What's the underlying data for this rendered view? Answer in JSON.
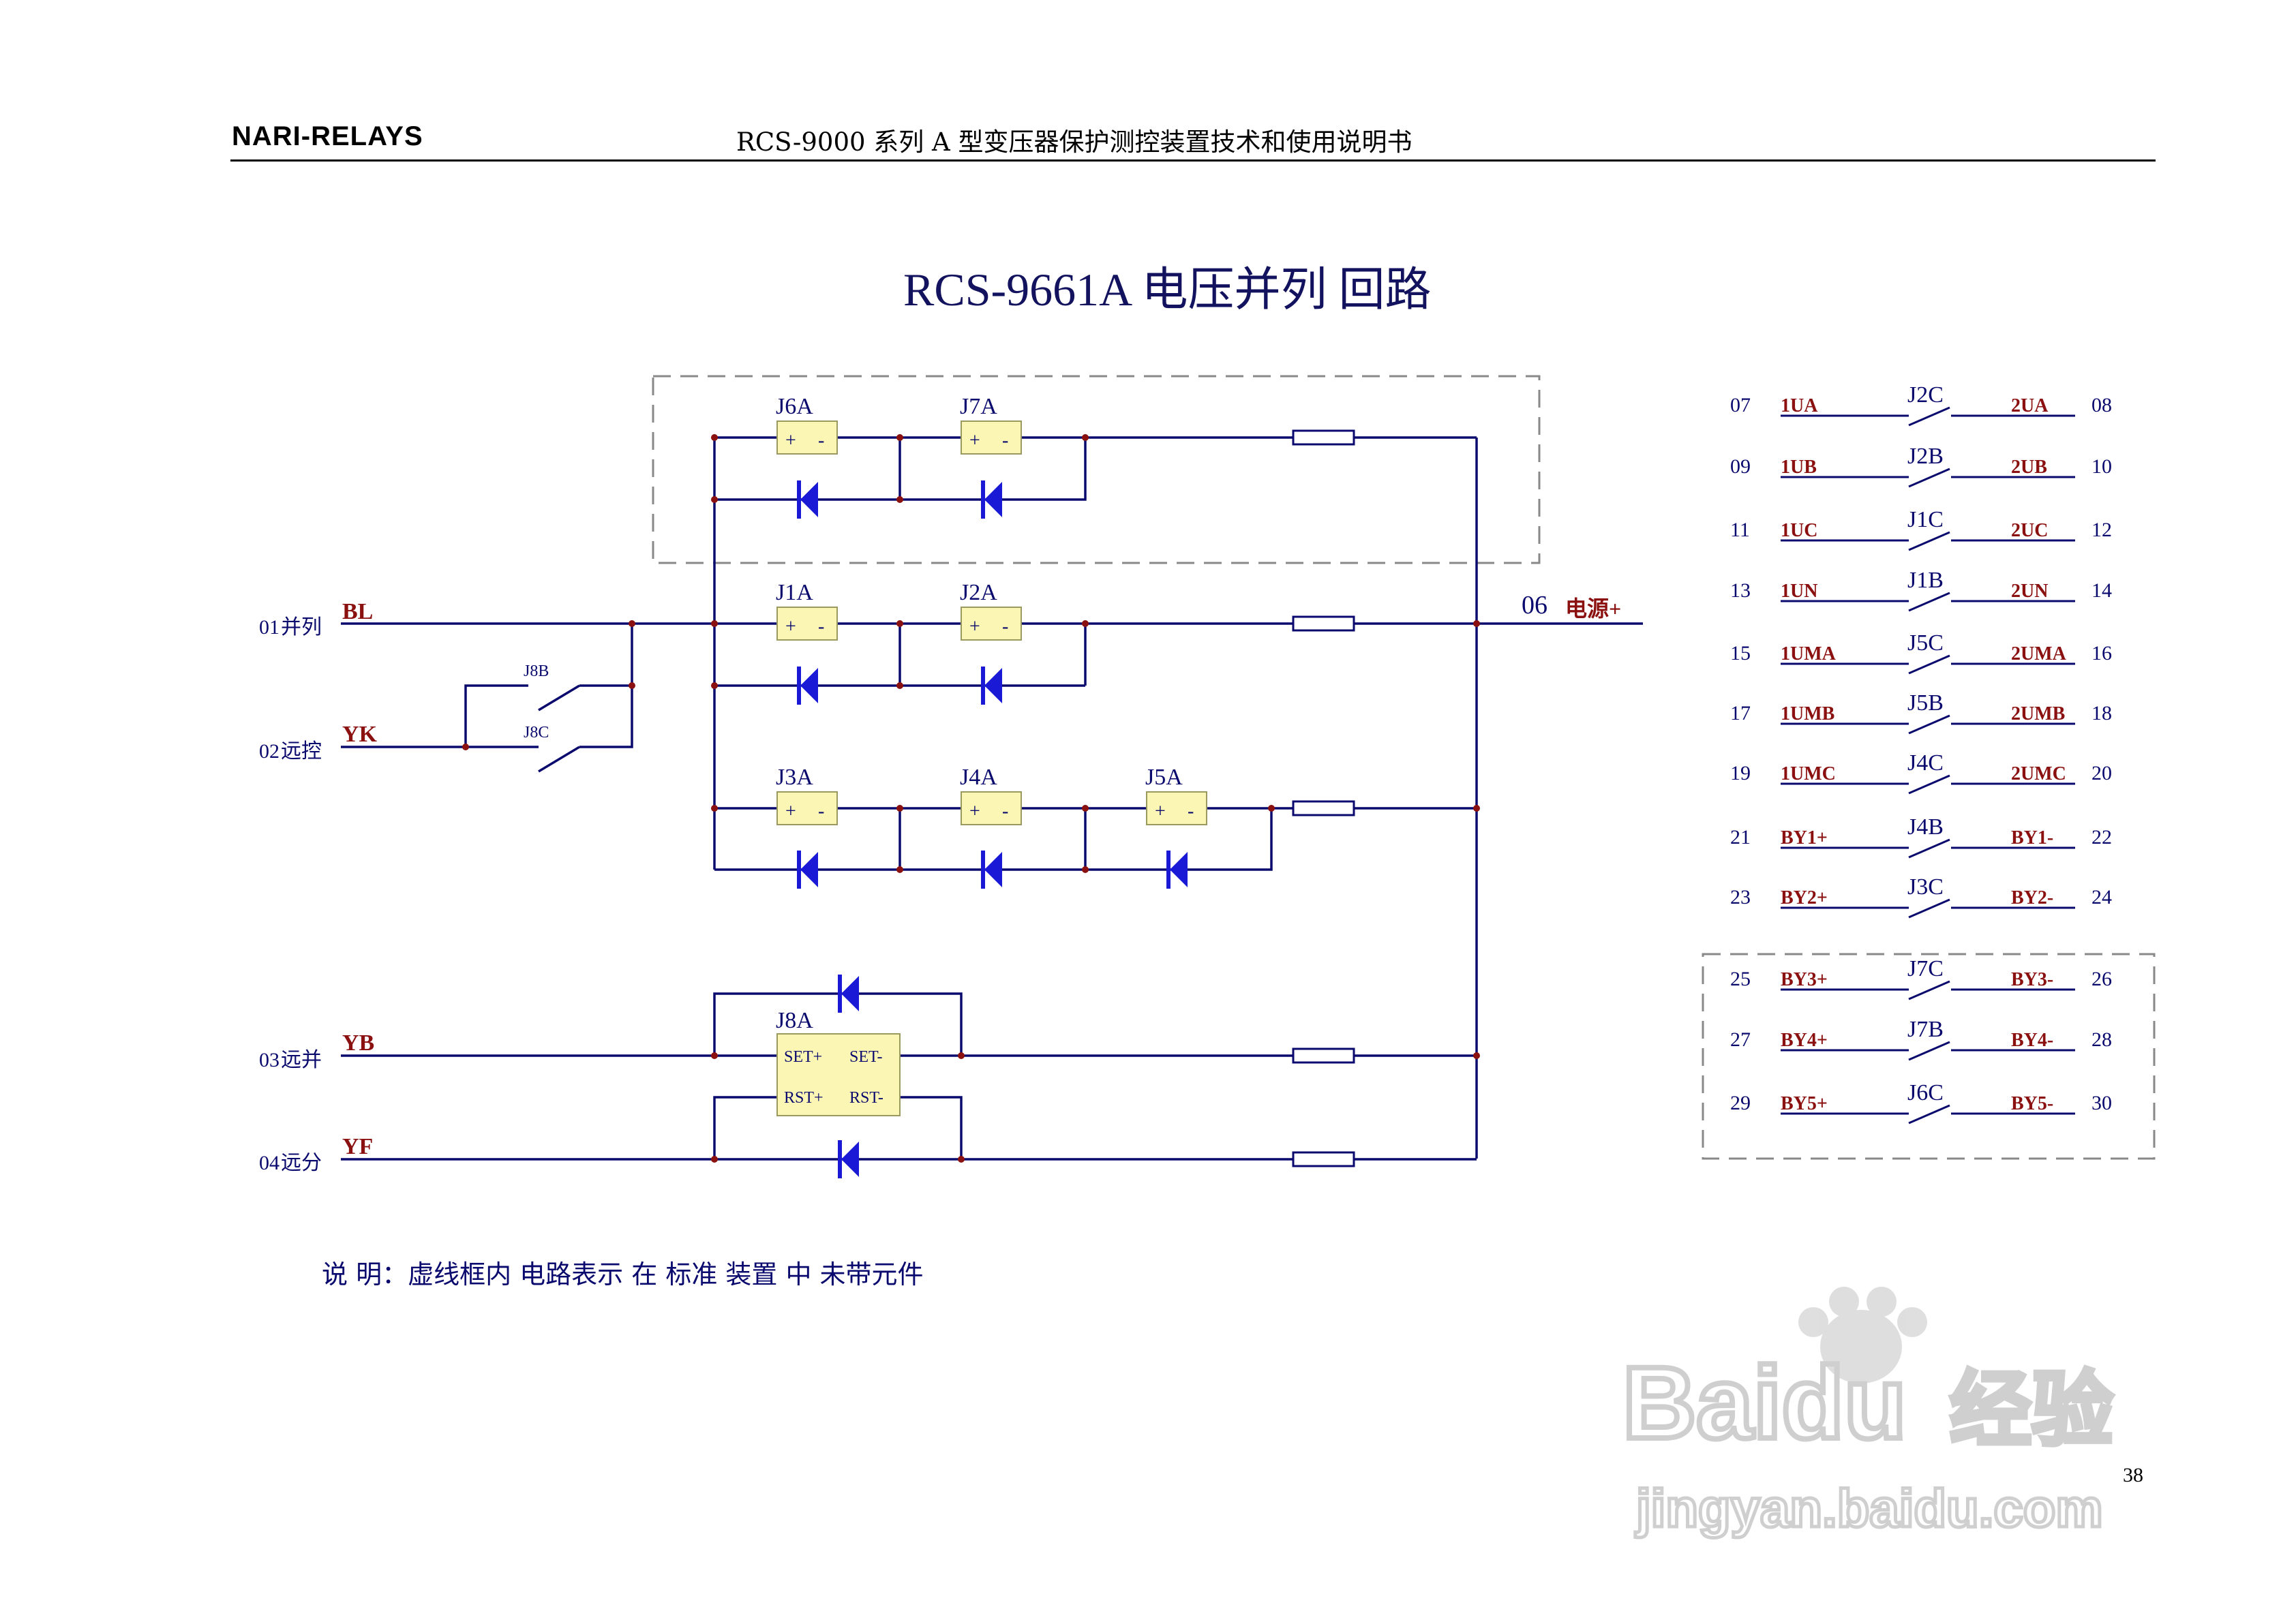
{
  "header": {
    "brand": "NARI-RELAYS",
    "title": "RCS-9000 系列 A 型变压器保护测控装置技术和使用说明书"
  },
  "diagram": {
    "title": "RCS-9661A 电压并列 回路",
    "inputs": [
      {
        "num": "01",
        "name": "并列",
        "signal": "BL"
      },
      {
        "num": "02",
        "name": "远控",
        "signal": "YK"
      },
      {
        "num": "03",
        "name": "远并",
        "signal": "YB"
      },
      {
        "num": "04",
        "name": "远分",
        "signal": "YF"
      }
    ],
    "contacts": [
      "J8B",
      "J8C"
    ],
    "coils": [
      {
        "label": "J6A",
        "plus": "+",
        "minus": "-"
      },
      {
        "label": "J7A",
        "plus": "+",
        "minus": "-"
      },
      {
        "label": "J1A",
        "plus": "+",
        "minus": "-"
      },
      {
        "label": "J2A",
        "plus": "+",
        "minus": "-"
      },
      {
        "label": "J3A",
        "plus": "+",
        "minus": "-"
      },
      {
        "label": "J4A",
        "plus": "+",
        "minus": "-"
      },
      {
        "label": "J5A",
        "plus": "+",
        "minus": "-"
      }
    ],
    "latch": {
      "label": "J8A",
      "set_plus": "SET+",
      "set_minus": "SET-",
      "rst_plus": "RST+",
      "rst_minus": "RST-"
    },
    "output": {
      "num": "06",
      "label": "电源+"
    },
    "note": "说 明：虚线框内 电路表示 在 标准 装置 中 未带元件",
    "terminals": [
      {
        "left_num": "07",
        "left": "1UA",
        "relay": "J2C",
        "right": "2UA",
        "right_num": "08"
      },
      {
        "left_num": "09",
        "left": "1UB",
        "relay": "J2B",
        "right": "2UB",
        "right_num": "10"
      },
      {
        "left_num": "11",
        "left": "1UC",
        "relay": "J1C",
        "right": "2UC",
        "right_num": "12"
      },
      {
        "left_num": "13",
        "left": "1UN",
        "relay": "J1B",
        "right": "2UN",
        "right_num": "14"
      },
      {
        "left_num": "15",
        "left": "1UMA",
        "relay": "J5C",
        "right": "2UMA",
        "right_num": "16"
      },
      {
        "left_num": "17",
        "left": "1UMB",
        "relay": "J5B",
        "right": "2UMB",
        "right_num": "18"
      },
      {
        "left_num": "19",
        "left": "1UMC",
        "relay": "J4C",
        "right": "2UMC",
        "right_num": "20"
      },
      {
        "left_num": "21",
        "left": "BY1+",
        "relay": "J4B",
        "right": "BY1-",
        "right_num": "22"
      },
      {
        "left_num": "23",
        "left": "BY2+",
        "relay": "J3C",
        "right": "BY2-",
        "right_num": "24"
      },
      {
        "left_num": "25",
        "left": "BY3+",
        "relay": "J7C",
        "right": "BY3-",
        "right_num": "26"
      },
      {
        "left_num": "27",
        "left": "BY4+",
        "relay": "J7B",
        "right": "BY4-",
        "right_num": "28"
      },
      {
        "left_num": "29",
        "left": "BY5+",
        "relay": "J6C",
        "right": "BY5-",
        "right_num": "30"
      }
    ]
  },
  "page_number": "38",
  "watermark": {
    "brand": "Baidu",
    "product": "经验",
    "url": "jingyan.baidu.com"
  },
  "colors": {
    "wire": "#0a0a6e",
    "label_red": "#8b1010",
    "diode": "#1a1ad6",
    "coil_fill": "#fbf6b4",
    "title": "#12125e"
  }
}
